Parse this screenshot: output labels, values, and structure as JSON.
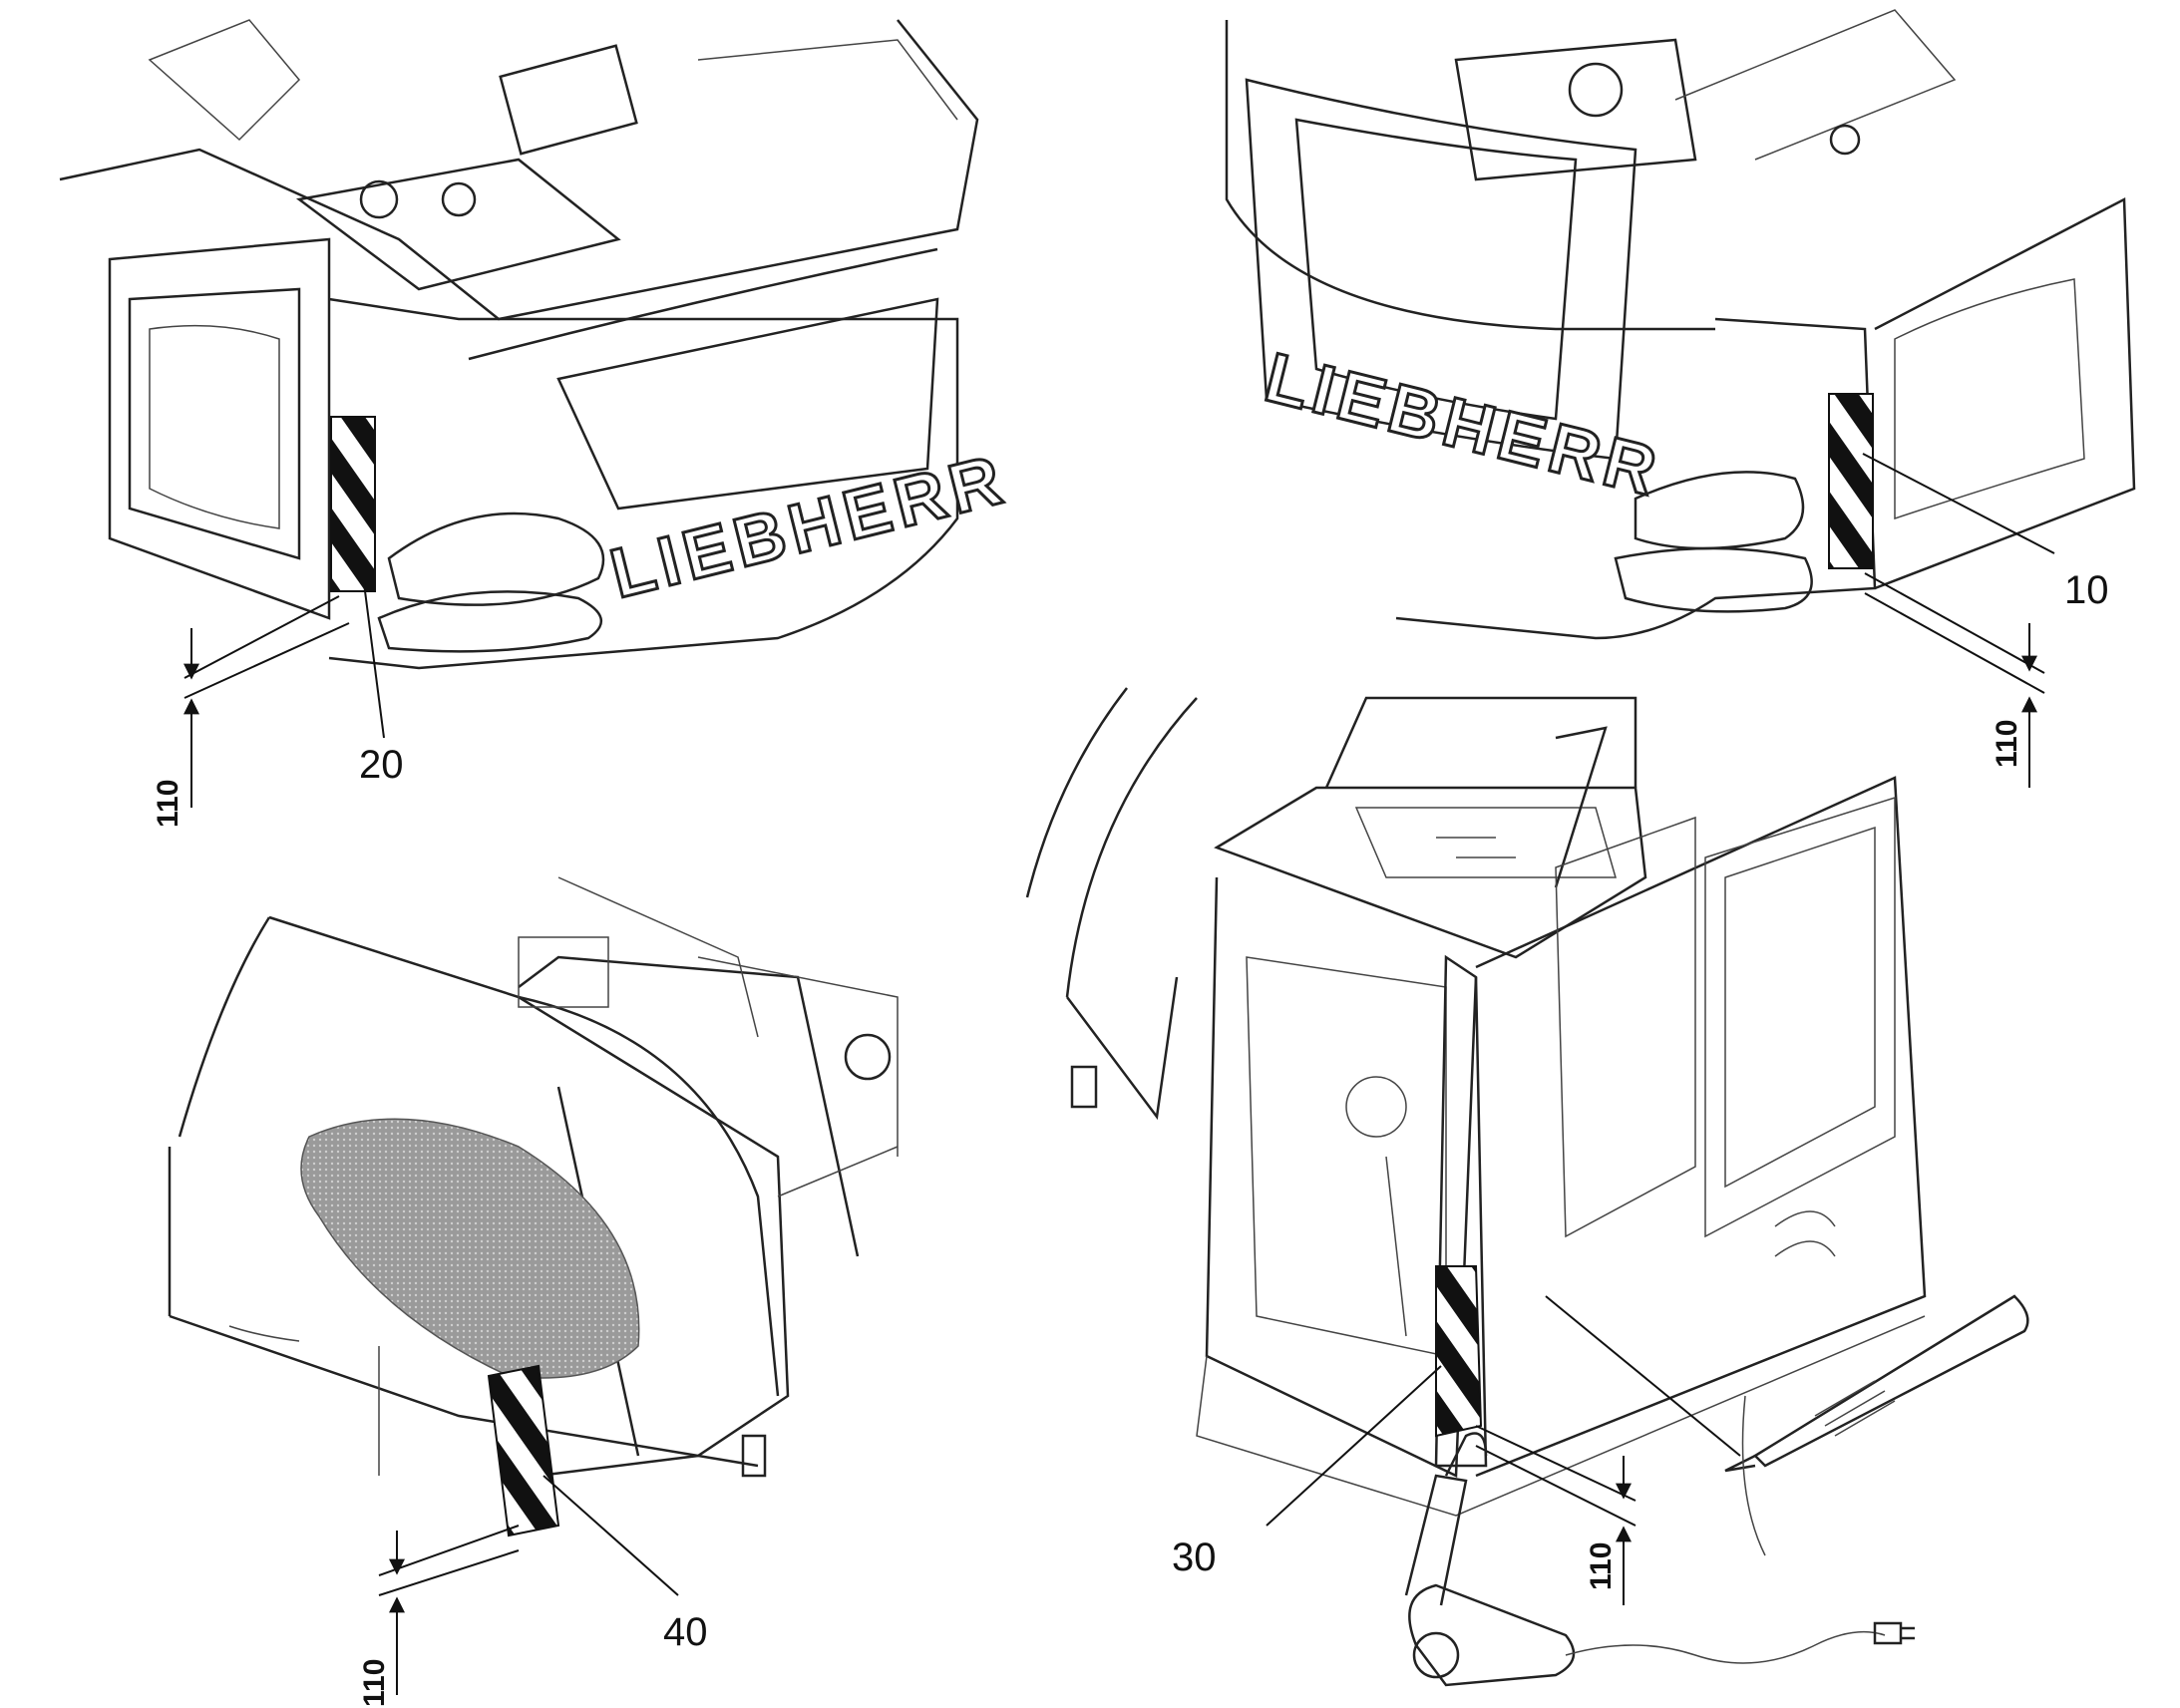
{
  "brand": "LIEBHERR",
  "callouts": {
    "c10": "10",
    "c20": "20",
    "c30": "30",
    "c40": "40"
  },
  "dimensions": {
    "d1": "110",
    "d2": "110",
    "d3": "110",
    "d4": "110"
  },
  "colors": {
    "line": "#222222",
    "stripe": "#111111",
    "hatch": "#8a8a8a"
  },
  "icons": [
    "hot-air-gun-icon",
    "cutter-knife-icon",
    "warning-stripe-icon"
  ]
}
